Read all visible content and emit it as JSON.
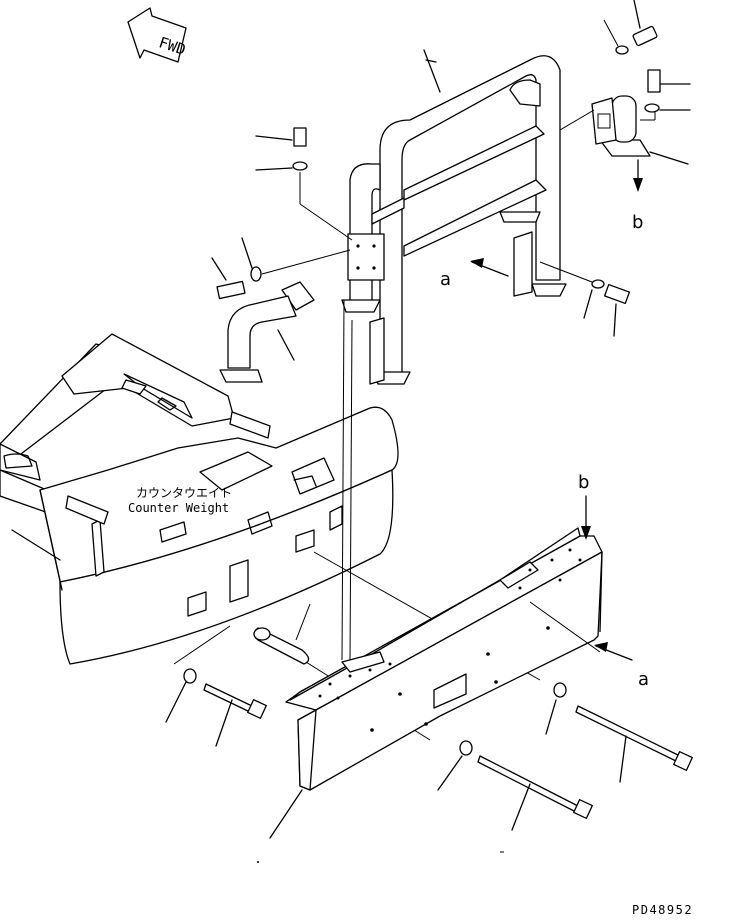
{
  "fwd_label": "FWD",
  "view_labels": {
    "a_top": "a",
    "b_top": "b",
    "a_bottom": "a",
    "b_bottom": "b"
  },
  "counterweight": {
    "label_jp": "カウンタウエイト",
    "label_en": "Counter Weight"
  },
  "drawing_number": "PD48952"
}
